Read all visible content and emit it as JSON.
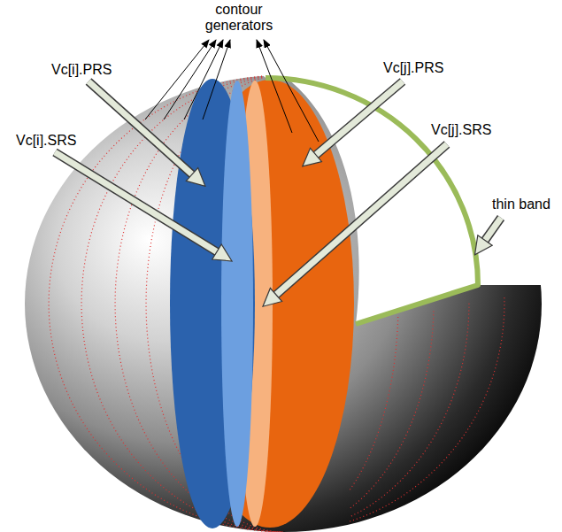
{
  "diagram": {
    "labels": [
      "contour generators",
      "Vc[i].PRS",
      "Vc[j].PRS",
      "Vc[i].SRS",
      "Vc[j].SRS",
      "thin band"
    ]
  }
}
